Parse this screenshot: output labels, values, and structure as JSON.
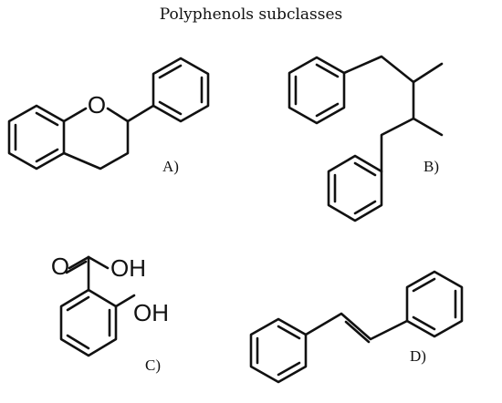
{
  "title": "Polyphenols subclasses",
  "structures": [
    {
      "label": "A)",
      "atoms": [
        "O"
      ]
    },
    {
      "label": "B)",
      "atoms": []
    },
    {
      "label": "C)",
      "atoms": [
        "O",
        "OH",
        "OH"
      ]
    },
    {
      "label": "D)",
      "atoms": []
    }
  ]
}
